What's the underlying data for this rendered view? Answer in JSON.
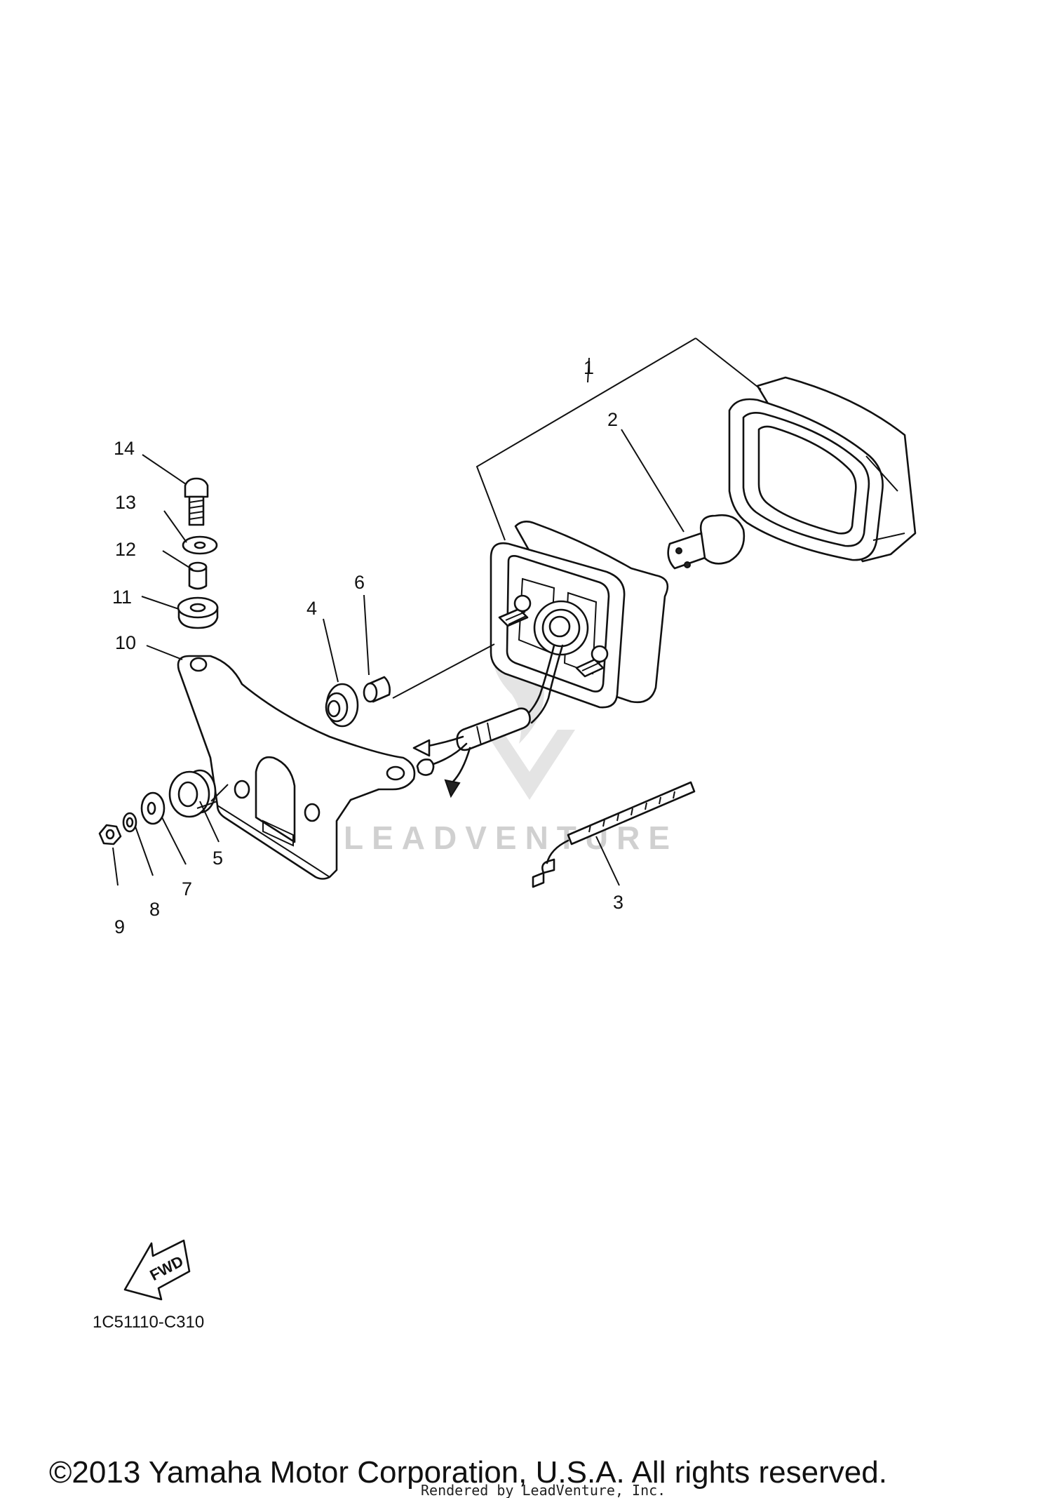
{
  "callouts": [
    {
      "id": "1",
      "label": "1"
    },
    {
      "id": "2",
      "label": "2"
    },
    {
      "id": "3",
      "label": "3"
    },
    {
      "id": "4",
      "label": "4"
    },
    {
      "id": "5",
      "label": "5"
    },
    {
      "id": "6",
      "label": "6"
    },
    {
      "id": "7",
      "label": "7"
    },
    {
      "id": "8",
      "label": "8"
    },
    {
      "id": "9",
      "label": "9"
    },
    {
      "id": "10",
      "label": "10"
    },
    {
      "id": "11",
      "label": "11"
    },
    {
      "id": "12",
      "label": "12"
    },
    {
      "id": "13",
      "label": "13"
    },
    {
      "id": "14",
      "label": "14"
    }
  ],
  "fwd_arrow_label": "FWD",
  "diagram_code": "1C51110-C310",
  "watermark": "LEADVENTURE",
  "copyright": "©2013 Yamaha Motor Corporation, U.S.A. All rights reserved.",
  "rendered_by": "Rendered by LeadVenture, Inc."
}
